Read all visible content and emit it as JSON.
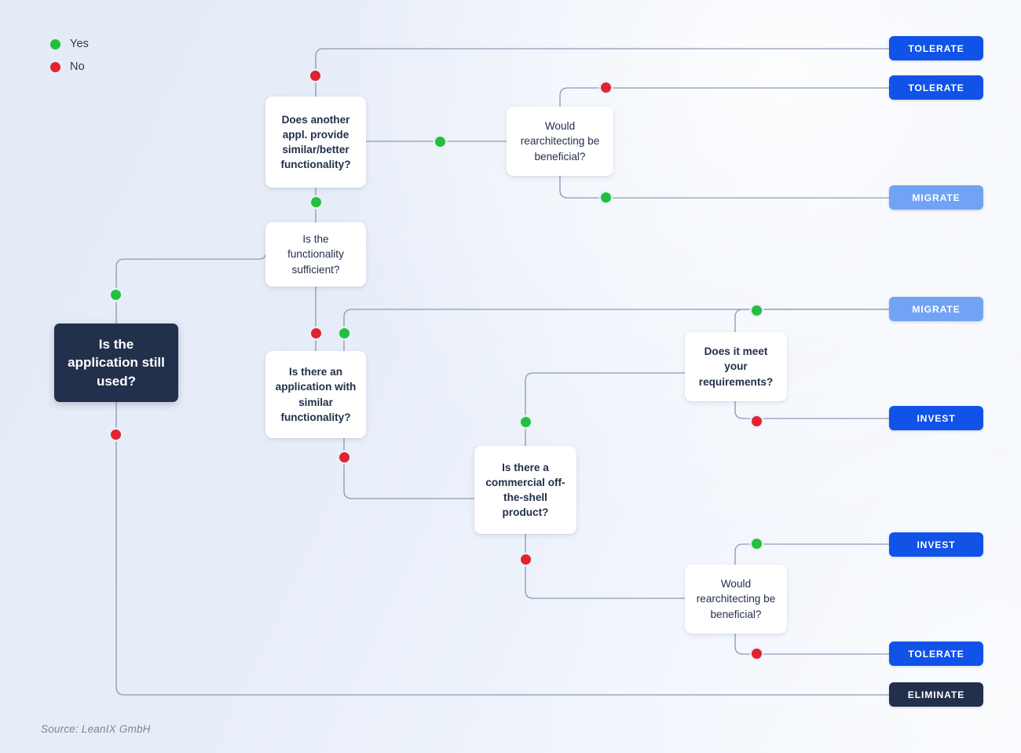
{
  "legend": {
    "items": [
      {
        "label": "Yes",
        "color": "#22c03c",
        "icon": "yes-dot-icon"
      },
      {
        "label": "No",
        "color": "#e0232e",
        "icon": "no-dot-icon"
      }
    ]
  },
  "colors": {
    "yes": "#22c03c",
    "no": "#e0232e",
    "tolerate": "#1153e8",
    "invest": "#1153e8",
    "migrate": "#71a3f5",
    "eliminate": "#22304b",
    "root": "#22304b",
    "node_text": "#23304b",
    "wire": "#8c9cb5",
    "background": "#e8eef8"
  },
  "nodes": {
    "root": "Is the application still used?",
    "another_appl": "Does another appl. provide similar/better functionality?",
    "functionality_sufficient": "Is the functionality sufficient?",
    "similar_application": "Is there an application with similar functionality?",
    "rearchitect_top": "Would rearchitecting be beneficial?",
    "commercial_product": "Is there a commercial off-the-shell product?",
    "meet_requirements": "Does it meet your requirements?",
    "rearchitect_bottom": "Would rearchitecting be beneficial?"
  },
  "outcomes": [
    {
      "id": "tolerate-1",
      "label": "TOLERATE",
      "color": "#1153e8"
    },
    {
      "id": "tolerate-2",
      "label": "TOLERATE",
      "color": "#1153e8"
    },
    {
      "id": "migrate-1",
      "label": "MIGRATE",
      "color": "#71a3f5"
    },
    {
      "id": "migrate-2",
      "label": "MIGRATE",
      "color": "#71a3f5"
    },
    {
      "id": "invest-1",
      "label": "INVEST",
      "color": "#1153e8"
    },
    {
      "id": "invest-2",
      "label": "INVEST",
      "color": "#1153e8"
    },
    {
      "id": "tolerate-3",
      "label": "TOLERATE",
      "color": "#1153e8"
    },
    {
      "id": "eliminate-1",
      "label": "ELIMINATE",
      "color": "#22304b"
    }
  ],
  "footer": {
    "source": "Source: LeanIX GmbH"
  },
  "chart_data": {
    "type": "diagram",
    "title": "Application rationalization decision tree",
    "edges": [
      {
        "from": "root",
        "answer": "Yes",
        "to": "functionality_sufficient"
      },
      {
        "from": "root",
        "answer": "No",
        "to": "eliminate-1"
      },
      {
        "from": "functionality_sufficient",
        "answer": "Yes",
        "to": "another_appl"
      },
      {
        "from": "functionality_sufficient",
        "answer": "No",
        "to": "similar_application"
      },
      {
        "from": "another_appl",
        "answer": "No",
        "to": "tolerate-1"
      },
      {
        "from": "another_appl",
        "answer": "Yes",
        "to": "rearchitect_top"
      },
      {
        "from": "rearchitect_top",
        "answer": "No",
        "to": "tolerate-2"
      },
      {
        "from": "rearchitect_top",
        "answer": "Yes",
        "to": "migrate-1"
      },
      {
        "from": "similar_application",
        "answer": "Yes",
        "to": "migrate-2"
      },
      {
        "from": "similar_application",
        "answer": "No",
        "to": "commercial_product"
      },
      {
        "from": "commercial_product",
        "answer": "Yes",
        "to": "meet_requirements"
      },
      {
        "from": "commercial_product",
        "answer": "No",
        "to": "rearchitect_bottom"
      },
      {
        "from": "meet_requirements",
        "answer": "Yes",
        "to": "migrate-2"
      },
      {
        "from": "meet_requirements",
        "answer": "No",
        "to": "invest-1"
      },
      {
        "from": "rearchitect_bottom",
        "answer": "Yes",
        "to": "invest-2"
      },
      {
        "from": "rearchitect_bottom",
        "answer": "No",
        "to": "tolerate-3"
      }
    ]
  }
}
